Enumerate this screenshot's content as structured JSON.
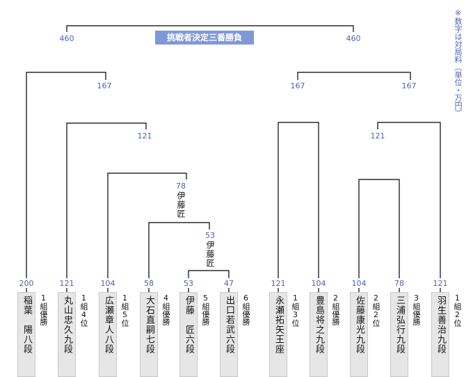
{
  "title": "挑戦者決定三番勝負",
  "note": "※数字は対局料（単位・万円）",
  "final": {
    "left_fee": "460",
    "right_fee": "460"
  },
  "semis": {
    "left_fee": "167",
    "right_a_fee": "167",
    "right_b_fee": "167"
  },
  "rounds": {
    "left_121": "121",
    "left_78": "78",
    "left_78_winner": "伊藤匠",
    "left_53": "53",
    "left_53_winner": "伊藤匠",
    "right_121": "121"
  },
  "players": [
    {
      "fee": "200",
      "name": "稲葉　陽八段",
      "qual": "1組優勝"
    },
    {
      "fee": "121",
      "name": "丸山忠久九段",
      "qual": "1組4位"
    },
    {
      "fee": "104",
      "name": "広瀬章人八段",
      "qual": "1組5位"
    },
    {
      "fee": "58",
      "name": "大石直嗣七段",
      "qual": "4組優勝"
    },
    {
      "fee": "53",
      "name": "伊藤　匠六段",
      "qual": "5組優勝"
    },
    {
      "fee": "47",
      "name": "出口若武六段",
      "qual": "6組優勝"
    },
    {
      "fee": "121",
      "name": "永瀬拓矢王座",
      "qual": "1組3位"
    },
    {
      "fee": "104",
      "name": "豊島将之九段",
      "qual": "2組優勝"
    },
    {
      "fee": "104",
      "name": "佐藤康光九段",
      "qual": "2組2位"
    },
    {
      "fee": "78",
      "name": "三浦弘行九段",
      "qual": "3組優勝"
    },
    {
      "fee": "121",
      "name": "羽生善治九段",
      "qual": "1組2位"
    }
  ]
}
